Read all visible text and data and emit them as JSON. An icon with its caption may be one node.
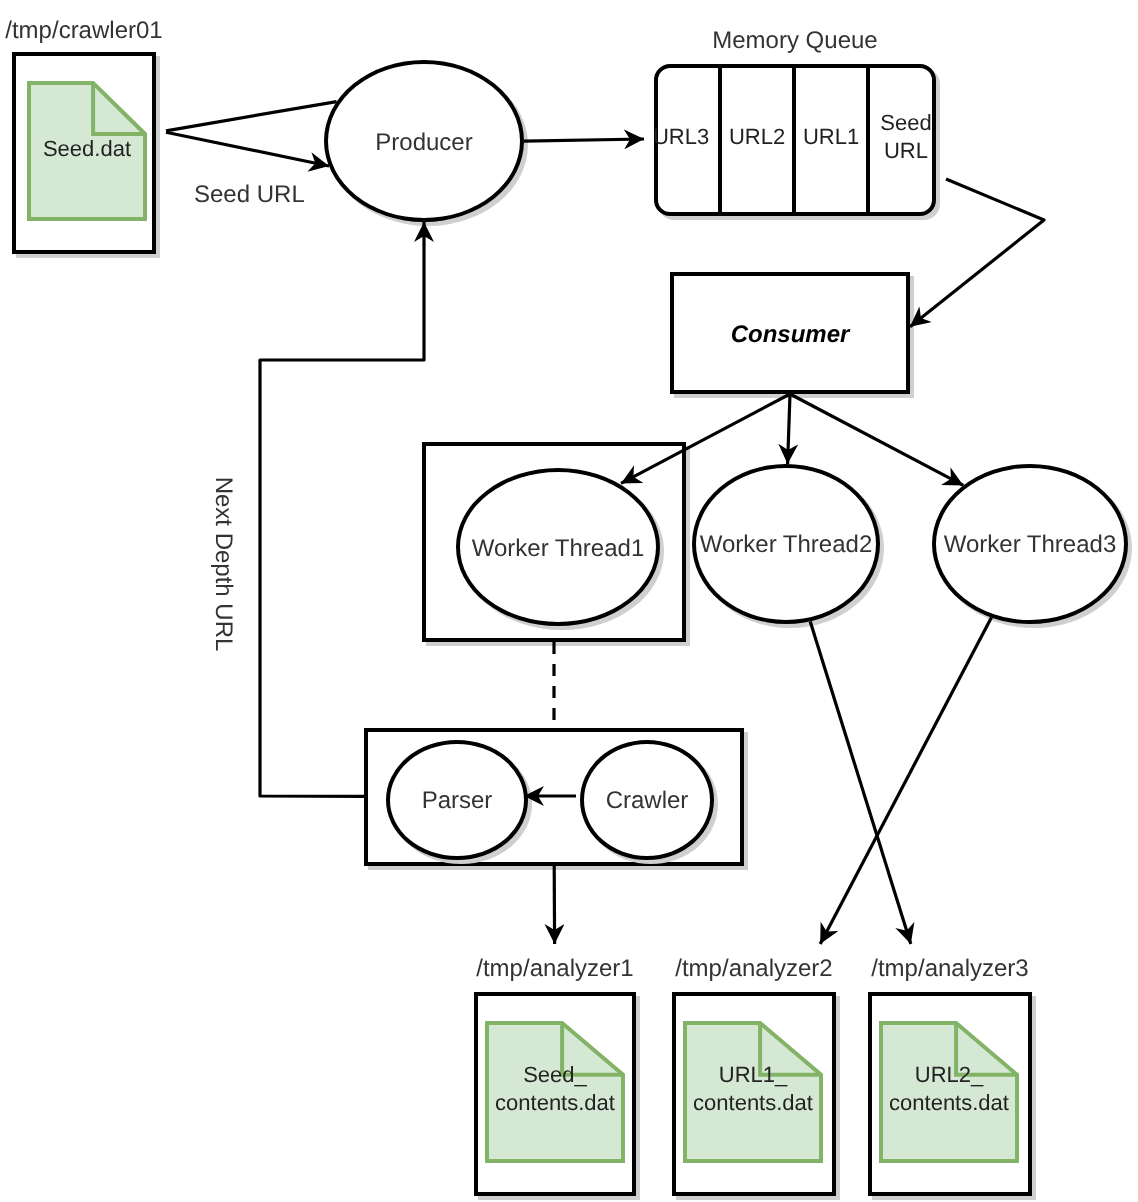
{
  "diagram": {
    "nodes": [
      {
        "text": [
          "/tmp/crawler01"
        ]
      },
      {
        "text": [
          "Seed.dat"
        ],
        "in": 0
      },
      {
        "text": [
          "Producer"
        ]
      },
      {
        "text": [
          "Memory Queue"
        ]
      },
      {
        "text": [
          "URL3"
        ],
        "in": 3
      },
      {
        "text": [
          "URL2"
        ],
        "in": 3
      },
      {
        "text": [
          "URL1"
        ],
        "in": 3
      },
      {
        "text": [
          "Seed URL"
        ],
        "in": 3
      },
      {
        "text": [
          "Consumer"
        ]
      },
      {
        "text": [],
        "shape": "box"
      },
      {
        "text": [
          "Worker Thread1"
        ],
        "in": 9
      },
      {
        "text": [
          "Worker Thread2"
        ]
      },
      {
        "text": [
          "Worker Thread3"
        ]
      },
      {
        "text": [],
        "shape": "box"
      },
      {
        "text": [
          "Parser"
        ],
        "in": 13
      },
      {
        "text": [
          "Crawler"
        ],
        "in": 13
      },
      {
        "text": [
          "/tmp/analyzer1"
        ]
      },
      {
        "text": [
          "Seed_ contents.dat"
        ],
        "in": 16
      },
      {
        "text": [
          "/tmp/analyzer2"
        ]
      },
      {
        "text": [
          "URL1_ contents.dat"
        ],
        "in": 18
      },
      {
        "text": [
          "/tmp/analyzer3"
        ]
      },
      {
        "text": [
          "URL2_ contents.dat"
        ],
        "in": 20
      }
    ],
    "edges": [
      {
        "from": 0,
        "to": 2,
        "arrow": "none"
      },
      {
        "from": 0,
        "to": 2,
        "arrow": "to",
        "label": "Seed URL"
      },
      {
        "from": 2,
        "to": 3,
        "arrow": "to"
      },
      {
        "from": 3,
        "to": 8,
        "arrow": "to"
      },
      {
        "from": 8,
        "to": 10,
        "arrow": "to"
      },
      {
        "from": 8,
        "to": 11,
        "arrow": "to"
      },
      {
        "from": 8,
        "to": 12,
        "arrow": "to"
      },
      {
        "from": 9,
        "to": 13,
        "arrow": "none",
        "style": "dashed"
      },
      {
        "from": 15,
        "to": 14,
        "arrow": "to"
      },
      {
        "from": 13,
        "to": 2,
        "arrow": "to",
        "label": "Next Depth URL"
      },
      {
        "from": 13,
        "to": 16,
        "arrow": "to"
      },
      {
        "from": 11,
        "to": 20,
        "arrow": "to"
      },
      {
        "from": 12,
        "to": 18,
        "arrow": "to"
      }
    ]
  }
}
